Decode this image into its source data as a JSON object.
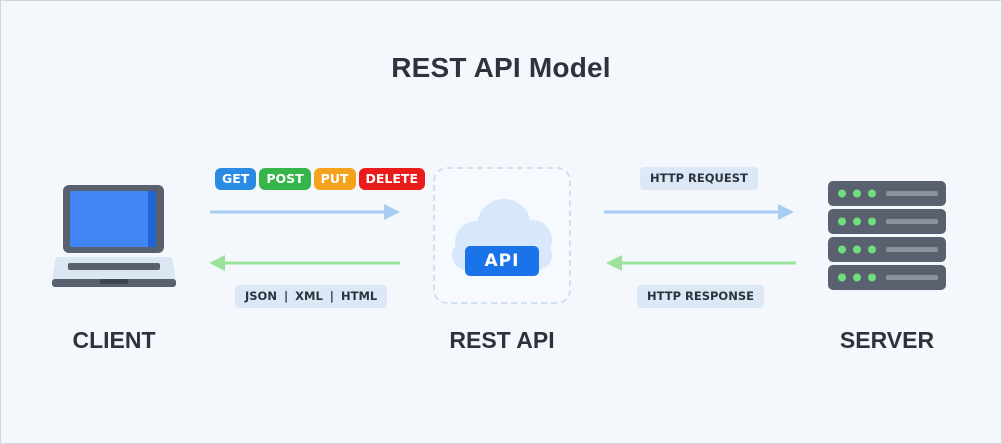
{
  "title": "REST API Model",
  "nodes": {
    "client": "CLIENT",
    "rest_api": "REST API",
    "server": "SERVER"
  },
  "api_badge": "API",
  "methods": [
    {
      "label": "GET",
      "color": "#2a8be3"
    },
    {
      "label": "POST",
      "color": "#36b54a"
    },
    {
      "label": "PUT",
      "color": "#f4a11c"
    },
    {
      "label": "DELETE",
      "color": "#ea1b1b"
    }
  ],
  "formats": "JSON | XML | HTML",
  "http_request": "HTTP REQUEST",
  "http_response": "HTTP RESPONSE",
  "colors": {
    "request_arrow": "#a9cdf2",
    "response_arrow": "#9be39d",
    "cloud": "#d6e8fa",
    "api_badge": "#1a73e8",
    "laptop_screen": "#4286f5",
    "server_body": "#59616e",
    "server_led": "#6ee07a"
  }
}
